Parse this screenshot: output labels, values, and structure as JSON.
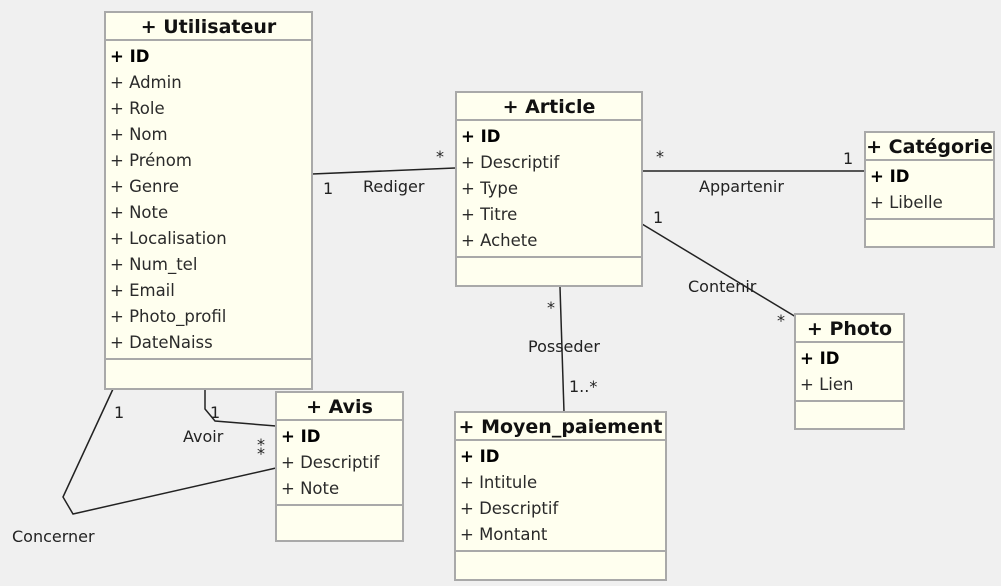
{
  "classes": {
    "utilisateur": {
      "name": "+ Utilisateur",
      "attrs": [
        "+ ID",
        "+ Admin",
        "+ Role",
        "+ Nom",
        "+ Prénom",
        "+ Genre",
        "+ Note",
        "+ Localisation",
        "+ Num_tel",
        "+ Email",
        "+ Photo_profil",
        "+ DateNaiss"
      ]
    },
    "article": {
      "name": "+ Article",
      "attrs": [
        "+ ID",
        "+ Descriptif",
        "+ Type",
        "+ Titre",
        "+ Achete"
      ]
    },
    "categorie": {
      "name": "+ Catégorie",
      "attrs": [
        "+ ID",
        "+ Libelle"
      ]
    },
    "photo": {
      "name": "+ Photo",
      "attrs": [
        "+ ID",
        "+ Lien"
      ]
    },
    "avis": {
      "name": "+ Avis",
      "attrs": [
        "+ ID",
        "+ Descriptif",
        "+ Note"
      ]
    },
    "moyen_paiement": {
      "name": "+ Moyen_paiement",
      "attrs": [
        "+ ID",
        "+ Intitule",
        "+ Descriptif",
        "+ Montant"
      ]
    }
  },
  "associations": {
    "rediger": {
      "label": "Rediger",
      "mult_from": "1",
      "mult_to": "*"
    },
    "appartenir": {
      "label": "Appartenir",
      "mult_from": "*",
      "mult_to": "1"
    },
    "contenir": {
      "label": "Contenir",
      "mult_from": "1",
      "mult_to": "*"
    },
    "posseder": {
      "label": "Posseder",
      "mult_from": "*",
      "mult_to": "1..*"
    },
    "avoir": {
      "label": "Avoir",
      "mult_from": "1",
      "mult_to": "*"
    },
    "concerner": {
      "label": "Concerner",
      "mult_from": "1",
      "mult_to": "*"
    }
  }
}
